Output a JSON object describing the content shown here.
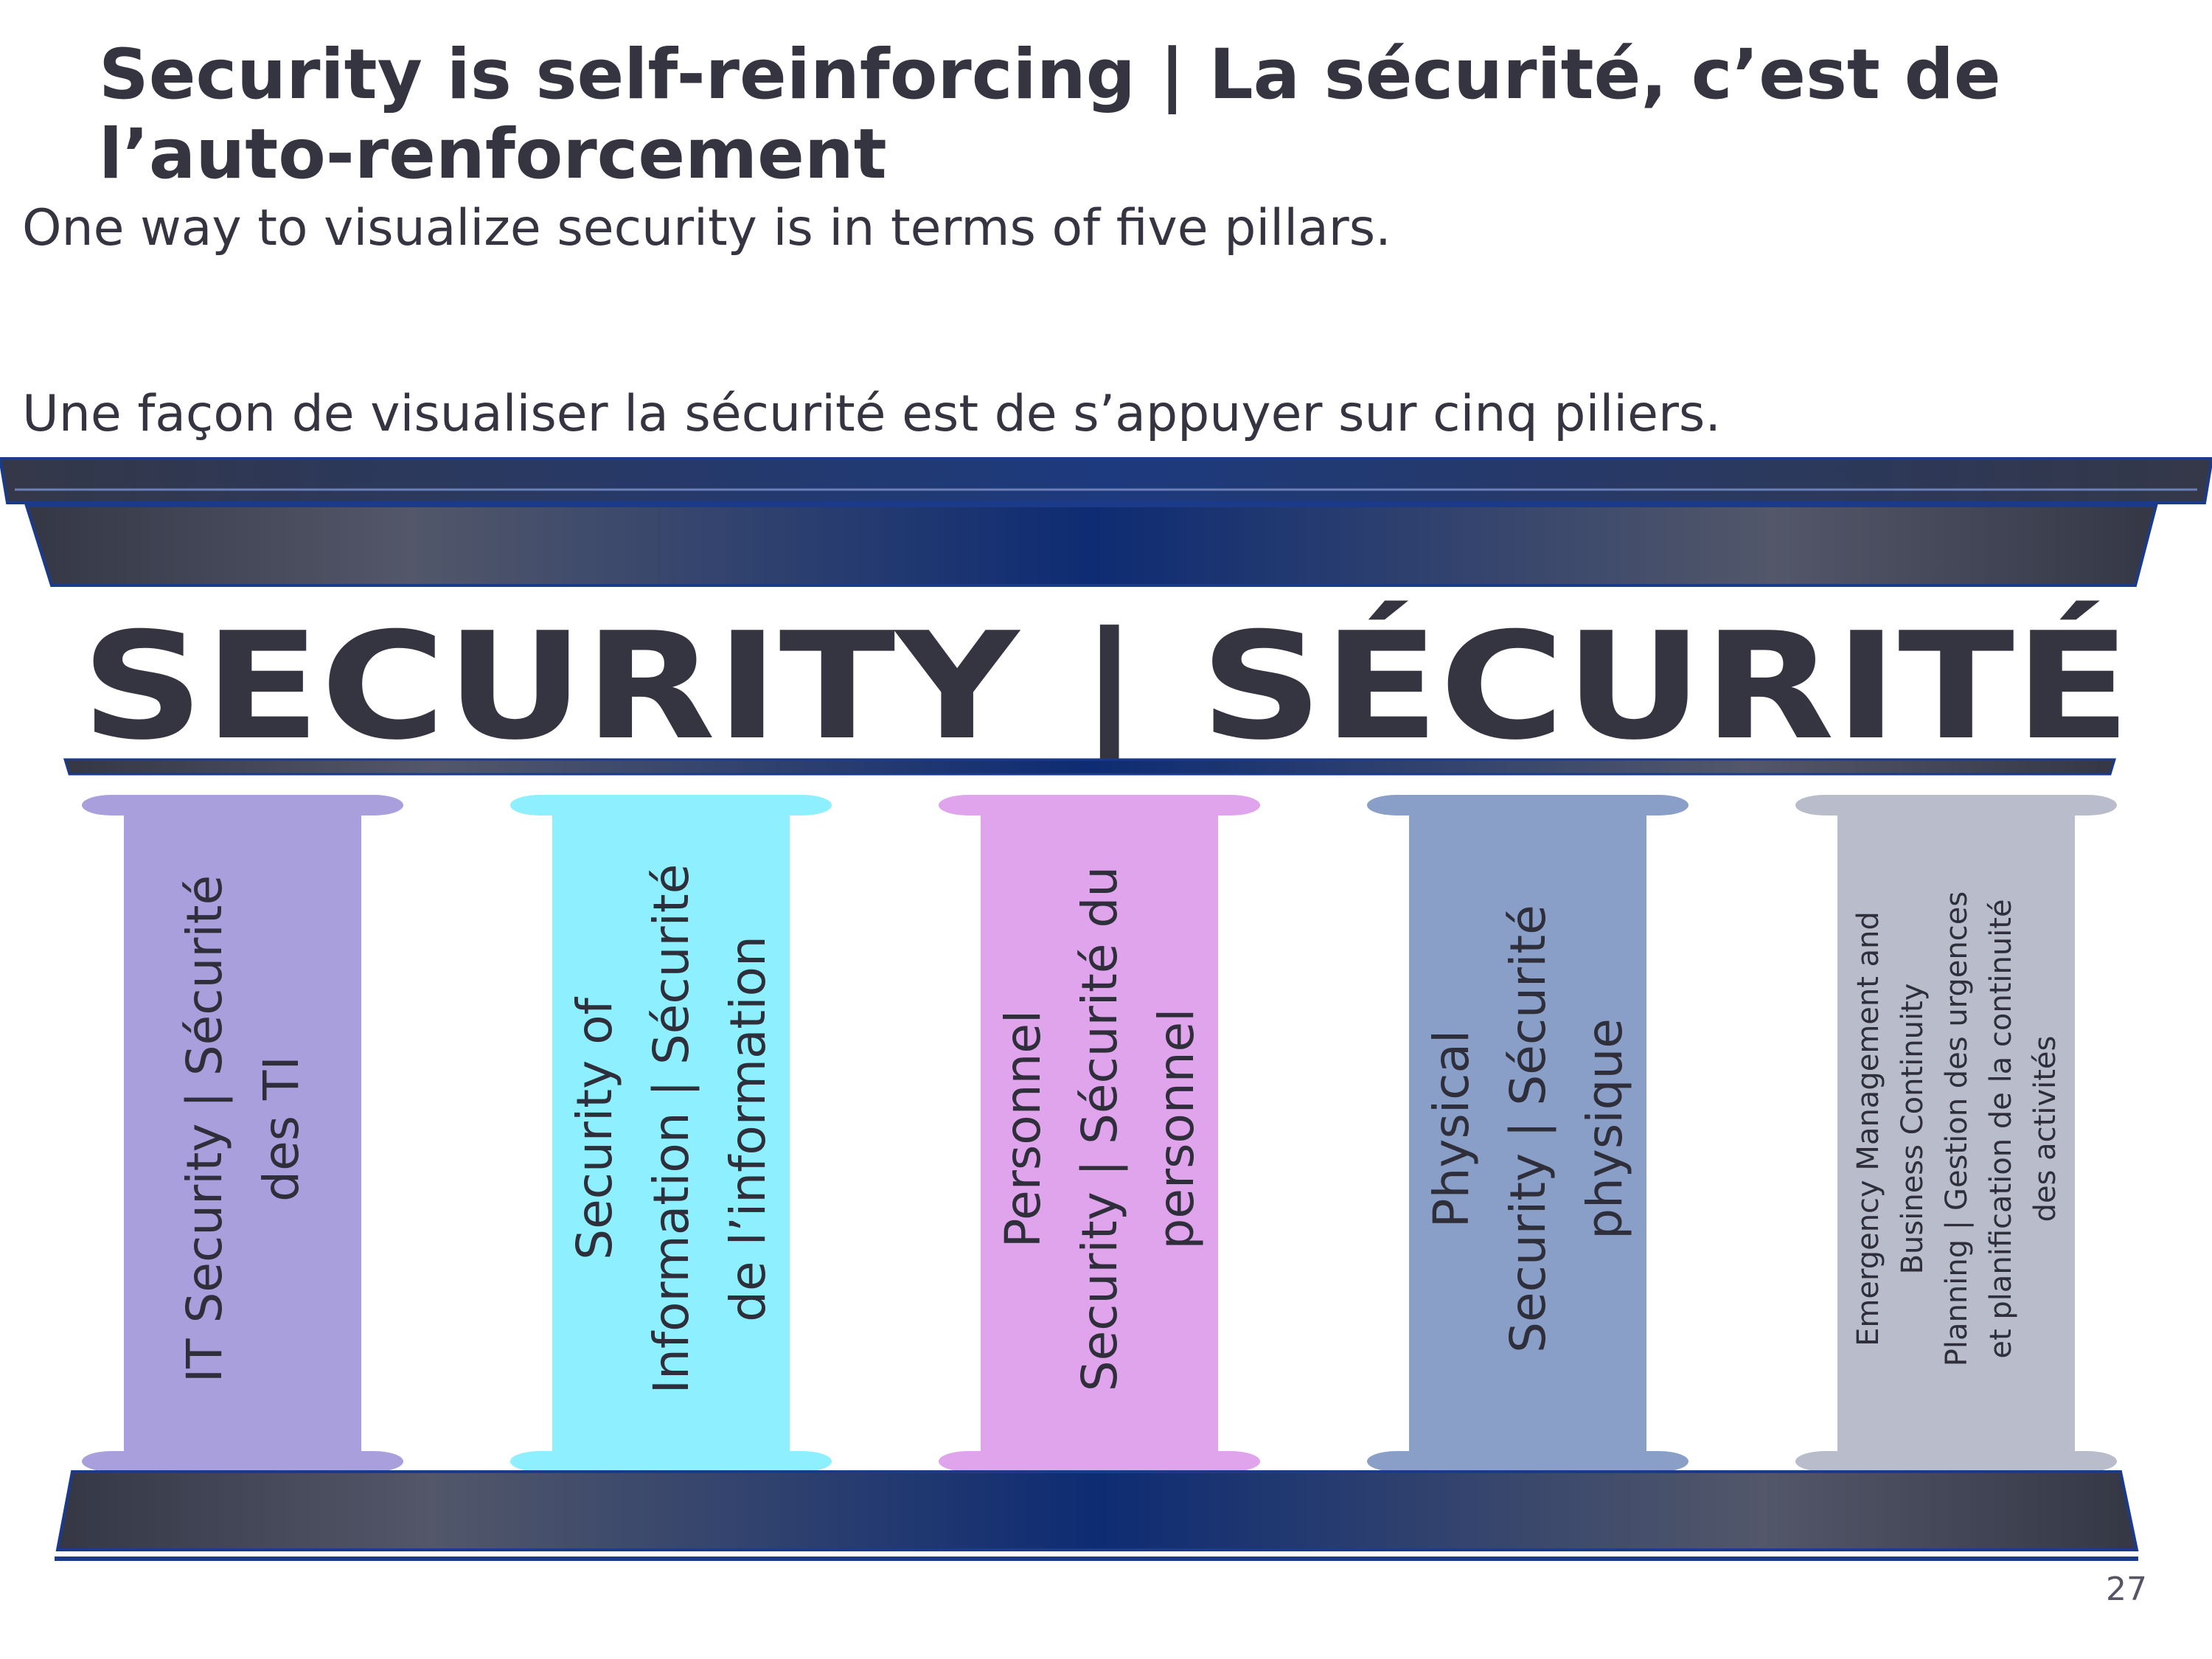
{
  "slide": {
    "title": "Security is self-reinforcing | La sécurité, c’est de l’auto-renforcement",
    "body_en": "One way to visualize security is in terms of five pillars.",
    "body_fr": "Une façon de visualiser la sécurité est de s’appuyer sur cinq piliers.",
    "page_number": "27"
  },
  "diagram": {
    "banner_text": "SECURITY | SÉCURITÉ",
    "colors": {
      "beam_dark": "#353745",
      "beam_navy": "#0e2c73",
      "beam_mid": "#525769",
      "banner_text": "#353541",
      "pillar_text": "#2f2f3b"
    },
    "pillars": [
      {
        "lines": [
          "IT Security | Sécurité",
          "des TI"
        ],
        "color": "#a89fdc",
        "cap": "#a89fdc",
        "size": "large"
      },
      {
        "lines": [
          "Security of",
          "Information | Sécurité",
          "de l’information"
        ],
        "color": "#8ef0fe",
        "cap": "#8ef0fe",
        "size": "large"
      },
      {
        "lines": [
          "Personnel",
          "Security | Sécurité du",
          "personnel"
        ],
        "color": "#e0a4ec",
        "cap": "#e0a4ec",
        "size": "large"
      },
      {
        "lines": [
          "Physical",
          "Security | Sécurité",
          "physique"
        ],
        "color": "#8a9fc8",
        "cap": "#8a9fc8",
        "size": "large"
      },
      {
        "lines": [
          "Emergency Management and",
          "Business Continuity",
          "Planning | Gestion des urgences",
          "et planification de la continuité",
          "des activités"
        ],
        "color": "#b9bccb",
        "cap": "#b9bccb",
        "size": "small"
      }
    ]
  }
}
